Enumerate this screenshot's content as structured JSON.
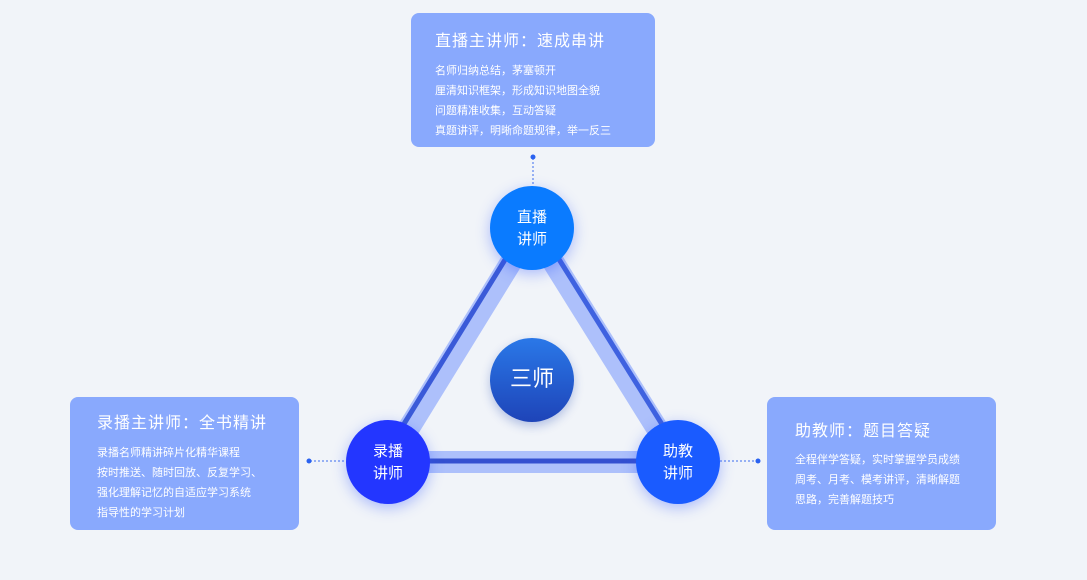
{
  "cards": {
    "top": {
      "title": "直播主讲师：速成串讲",
      "lines": [
        "名师归纳总结，茅塞顿开",
        "厘清知识框架，形成知识地图全貌",
        "问题精准收集，互动答疑",
        "真题讲评，明晰命题规律，举一反三"
      ]
    },
    "left": {
      "title": "录播主讲师：全书精讲",
      "lines": [
        "录播名师精讲碎片化精华课程",
        "按时推送、随时回放、反复学习、",
        "强化理解记忆的自适应学习系统",
        "指导性的学习计划"
      ]
    },
    "right": {
      "title": "助教师：题目答疑",
      "lines": [
        "全程伴学答疑，实时掌握学员成绩",
        "周考、月考、模考讲评，清晰解题",
        "思路，完善解题技巧"
      ]
    }
  },
  "nodes": {
    "top": {
      "line1": "直播",
      "line2": "讲师"
    },
    "left": {
      "line1": "录播",
      "line2": "讲师"
    },
    "right": {
      "line1": "助教",
      "line2": "讲师"
    },
    "center": {
      "label": "三师"
    }
  },
  "colors": {
    "card": "#89a9fd",
    "top_node": "#0a7bff",
    "left_node": "#2336ff",
    "right_node": "#1a5bff",
    "background": "#f1f4f9"
  }
}
